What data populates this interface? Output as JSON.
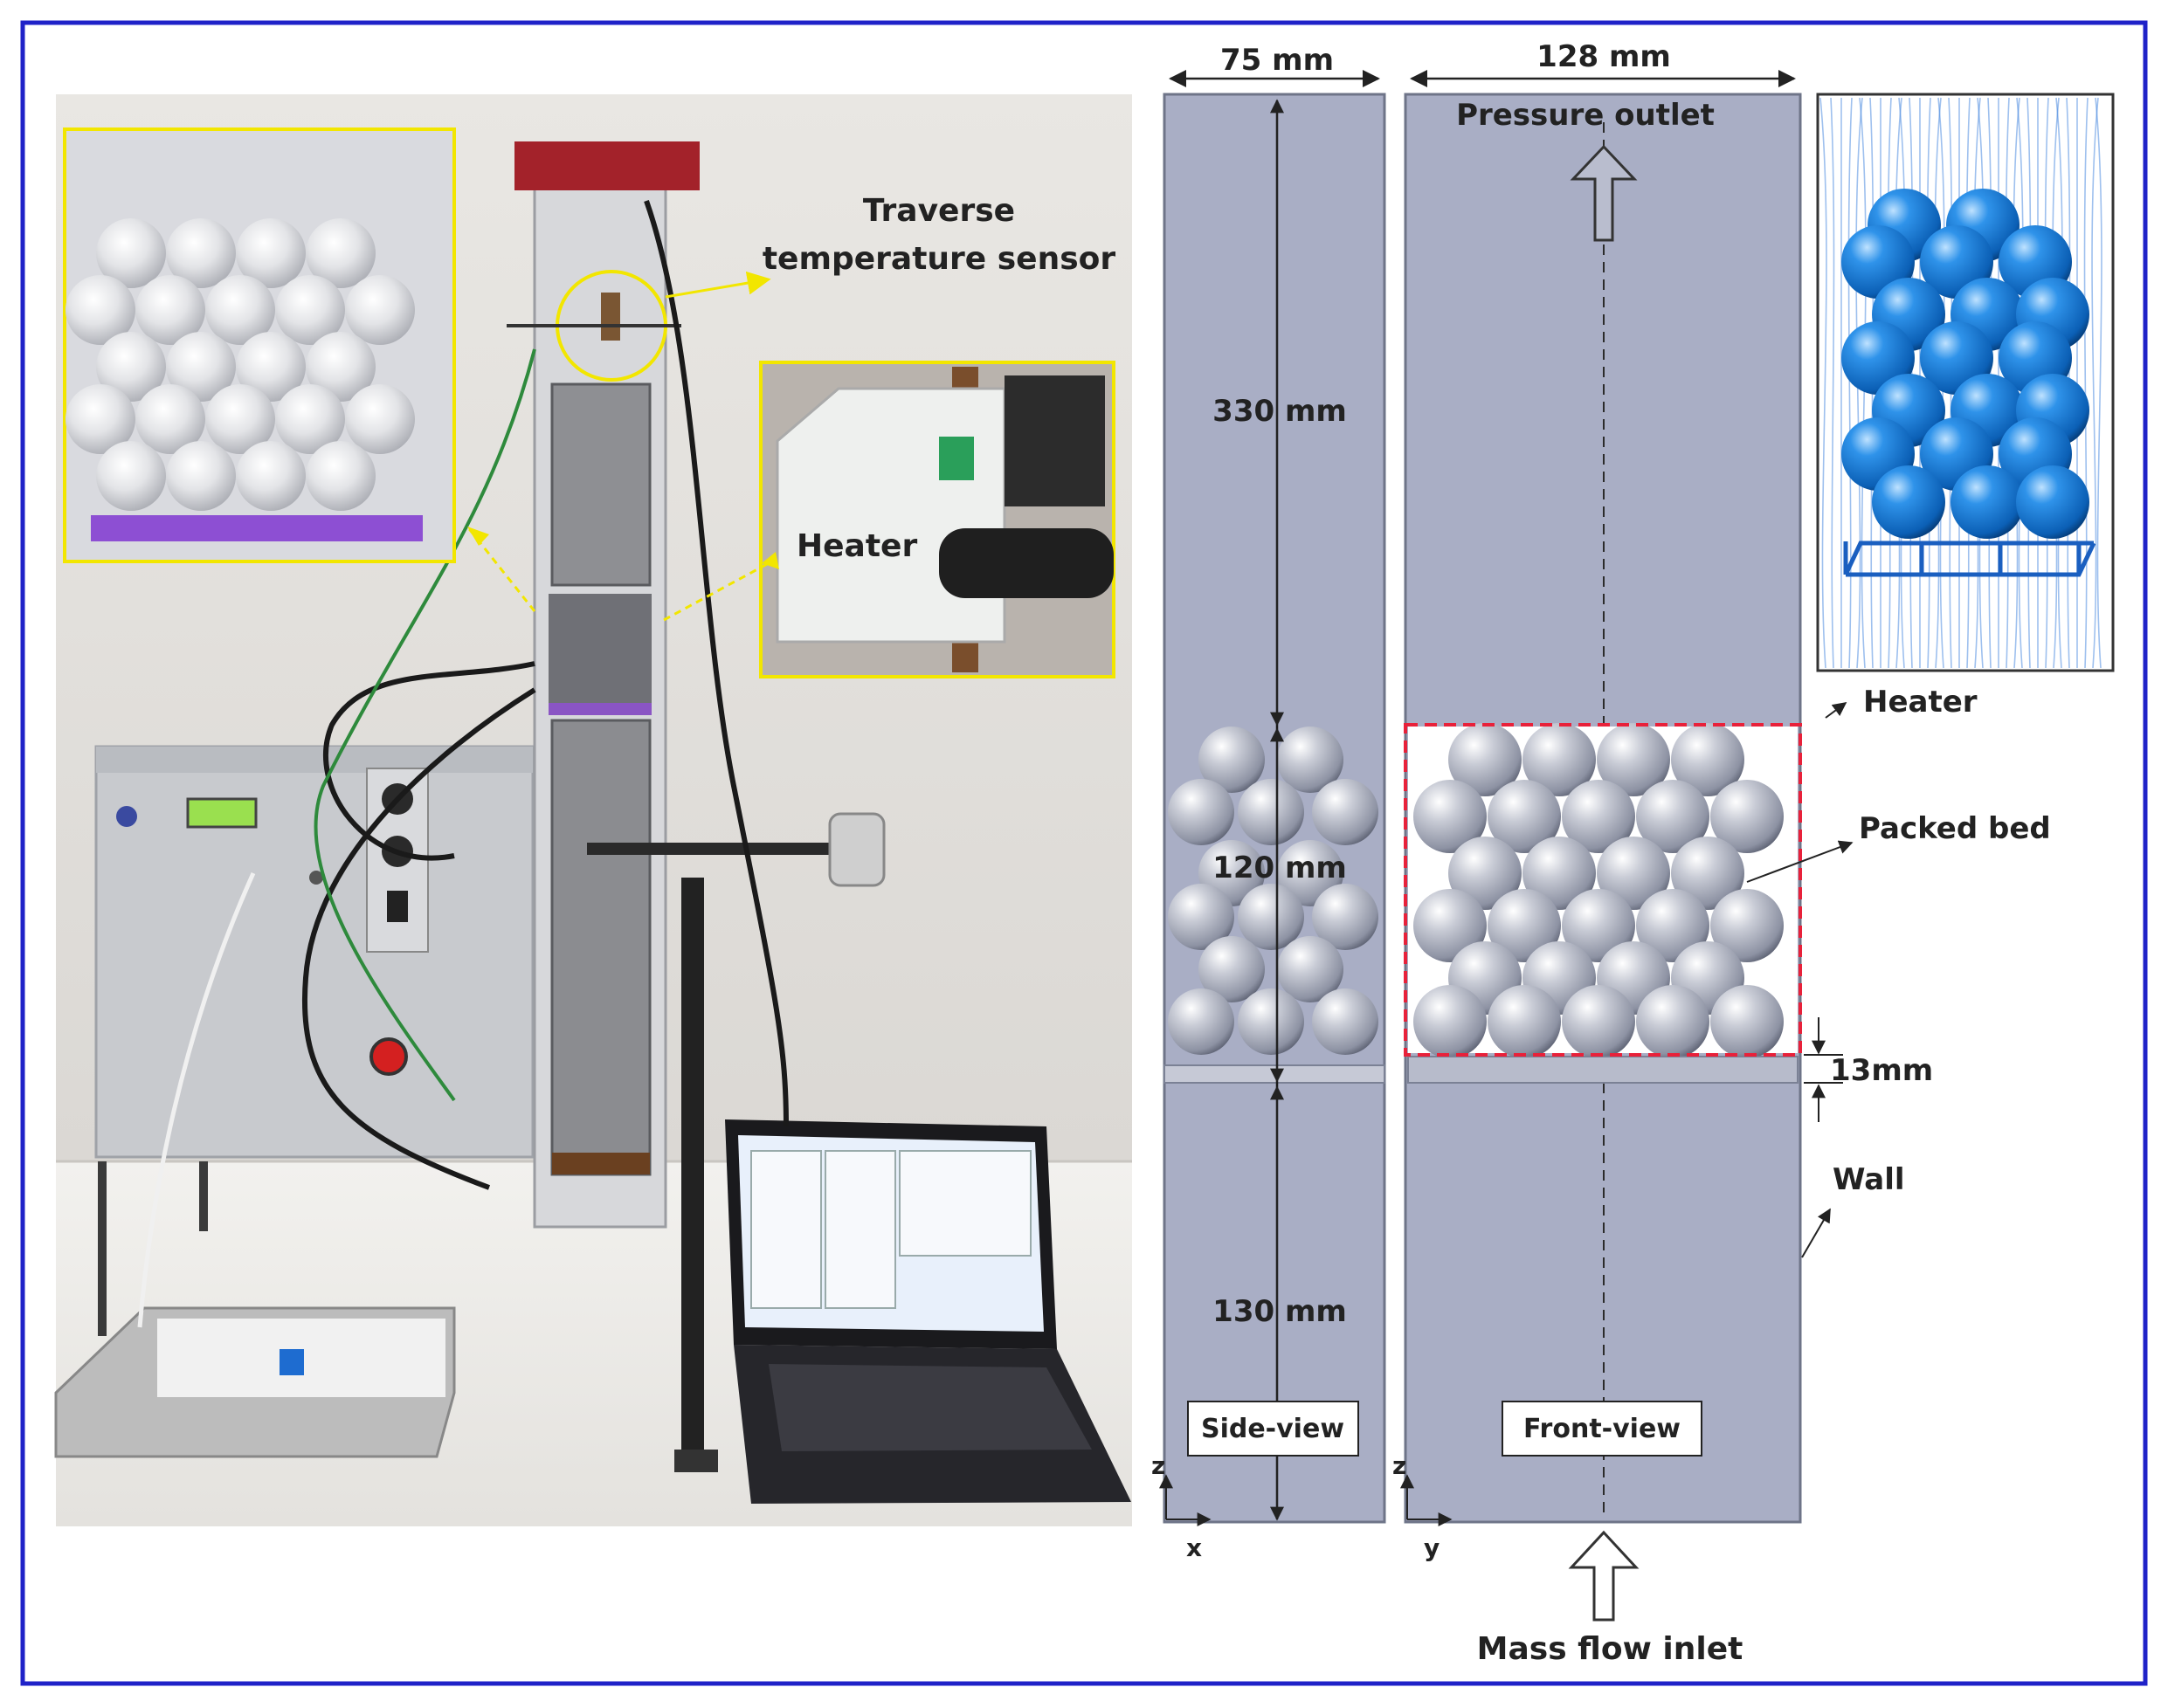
{
  "figure": {
    "border_color": "#1f22c8",
    "photo": {
      "callouts": {
        "traverse_line1": "Traverse",
        "traverse_line2": "temperature sensor",
        "heater": "Heater"
      },
      "highlight_color": "#f2e600"
    },
    "schematic": {
      "dims": {
        "side_width": "75 mm",
        "front_width": "128 mm",
        "upper_height": "330 mm",
        "bed_height": "120 mm",
        "lower_height": "130 mm",
        "gap_height": "13mm"
      },
      "labels": {
        "pressure_outlet": "Pressure outlet",
        "heater": "Heater",
        "packed_bed": "Packed bed",
        "wall": "Wall",
        "side_view": "Side-view",
        "front_view": "Front-view",
        "mass_flow_inlet": "Mass flow inlet"
      },
      "axes": {
        "side_z": "z",
        "side_x": "x",
        "front_z": "z",
        "front_y": "y"
      },
      "colors": {
        "domain": "#a9aec5",
        "sphere": "#b9bcc7",
        "heater_box": "#e8213a",
        "cfd_sphere": "#1377d6",
        "streamline": "#4e8de0"
      }
    }
  }
}
